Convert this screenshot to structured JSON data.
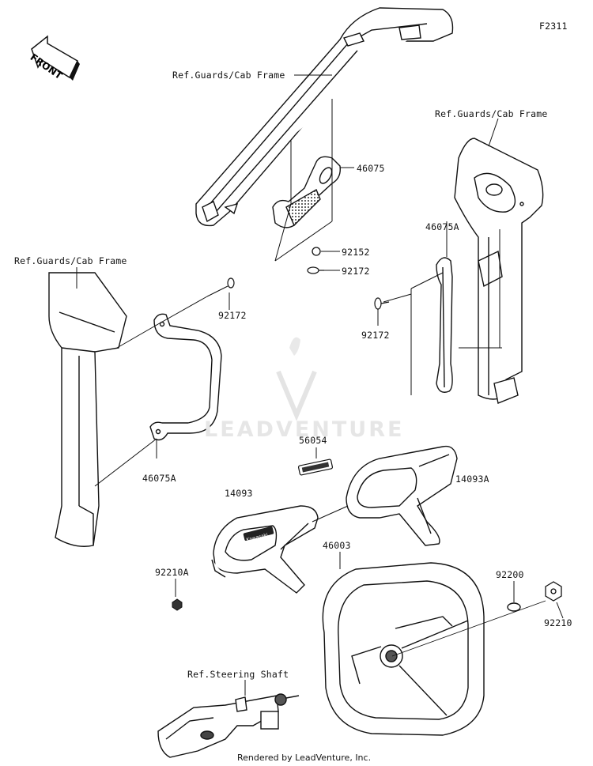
{
  "page_code": "F2311",
  "front_label": "FRONT",
  "watermark": "LEADVENTURE",
  "credit": "Rendered by LeadVenture, Inc.",
  "labels": {
    "ref_cab_top": "Ref.Guards/Cab Frame",
    "ref_cab_right": "Ref.Guards/Cab Frame",
    "ref_cab_left": "Ref.Guards/Cab Frame",
    "ref_steering_shaft": "Ref.Steering Shaft",
    "p46075": "46075",
    "p92152": "92152",
    "p92172_top": "92172",
    "p92172_left": "92172",
    "p92172_right": "92172",
    "p46075a_right": "46075A",
    "p46075a_left": "46075A",
    "p56054": "56054",
    "p14093": "14093",
    "p14093a": "14093A",
    "p92210a": "92210A",
    "p46003": "46003",
    "p92200": "92200",
    "p92210": "92210"
  },
  "emblem_text": "Kawasaki"
}
